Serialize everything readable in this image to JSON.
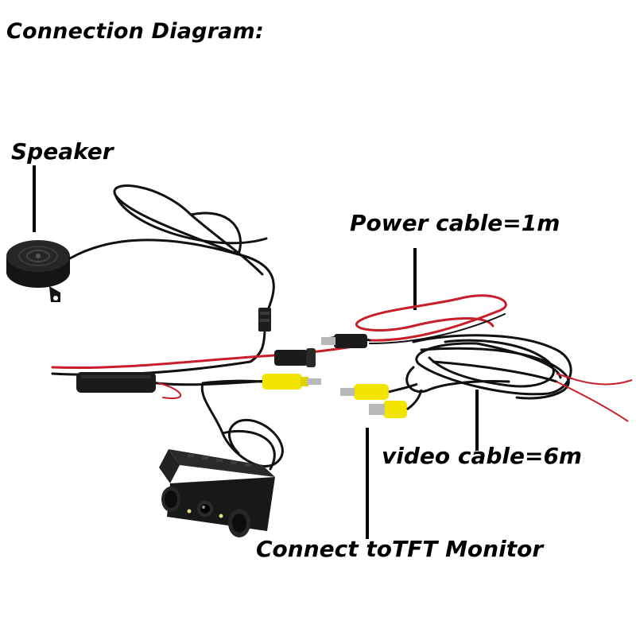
{
  "diagram": {
    "title": "Connection Diagram:",
    "labels": {
      "speaker": "Speaker",
      "power_cable": "Power cable=1m",
      "video_cable": "video cable=6m",
      "connect_monitor": "Connect toTFT Monitor"
    }
  },
  "colors": {
    "cable_black": "#111111",
    "cable_red": "#c81e2a",
    "rca_yellow": "#f2e600",
    "metal": "#b9b9b9",
    "device_body": "#1b1b1b"
  },
  "icons": [
    "speaker-buzzer-icon",
    "camera-sensor-icon",
    "rca-connector-icon",
    "dc-power-plug-icon"
  ]
}
